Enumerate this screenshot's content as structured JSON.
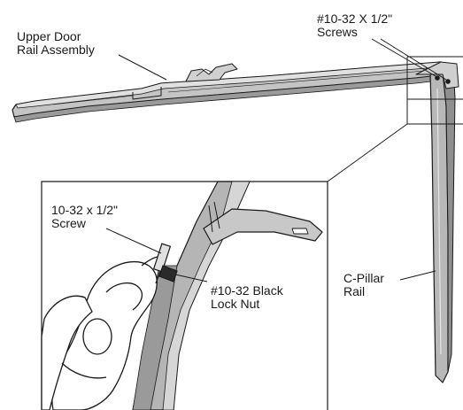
{
  "labels": {
    "upper_door_rail": [
      "Upper Door",
      "Rail Assembly"
    ],
    "screws_top": [
      "#10-32 X 1/2\"",
      "Screws"
    ],
    "screw_detail": [
      "10-32 x 1/2\"",
      "Screw"
    ],
    "lock_nut": [
      "#10-32 Black",
      "Lock Nut"
    ],
    "c_pillar": [
      "C-Pillar",
      "Rail"
    ]
  },
  "colors": {
    "background": "#ffffff",
    "line": "#1a1a1a",
    "rail_fill": "#bdbdbd",
    "rail_dark": "#8f8f8f",
    "rail_light": "#dedede",
    "shadow": "#9a9a9a"
  }
}
